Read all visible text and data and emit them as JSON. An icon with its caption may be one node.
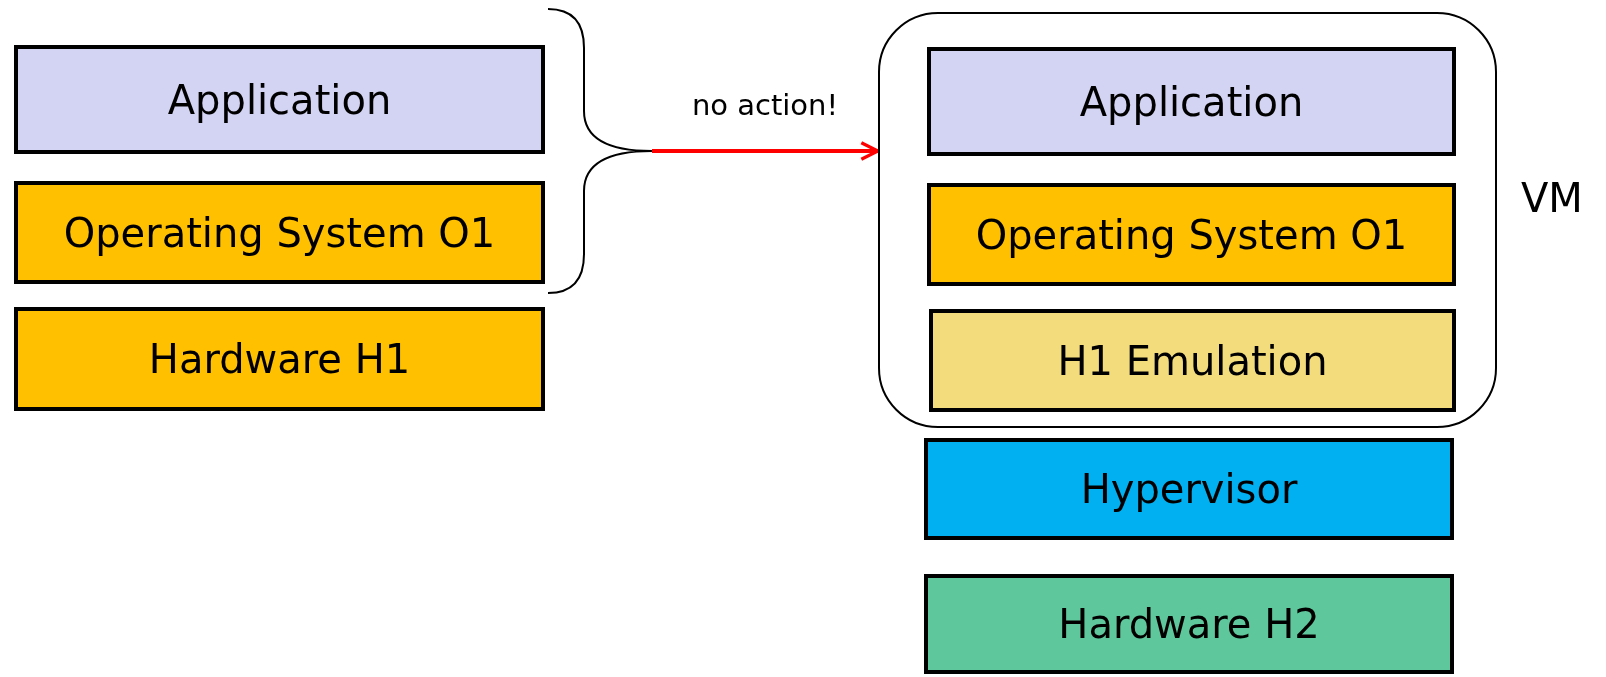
{
  "diagram": {
    "nodes": [
      {
        "text": [
          "Application"
        ]
      },
      {
        "text": [
          "Operating System O1"
        ]
      },
      {
        "text": [
          "Hardware H1"
        ]
      },
      {
        "text": [],
        "shape": "brace"
      },
      {
        "text": [],
        "shape": "box",
        "beside": [
          "VM"
        ]
      },
      {
        "text": [
          "Application"
        ],
        "in": 4
      },
      {
        "text": [
          "Operating System O1"
        ],
        "in": 4
      },
      {
        "text": [
          "H1 Emulation"
        ],
        "in": 4
      },
      {
        "text": [
          "Hypervisor"
        ]
      },
      {
        "text": [
          "Hardware H2"
        ]
      }
    ],
    "edges": [
      {
        "from": 3,
        "to": 4,
        "arrow": "to",
        "label": "no action!",
        "color": "#ff0000"
      }
    ]
  }
}
